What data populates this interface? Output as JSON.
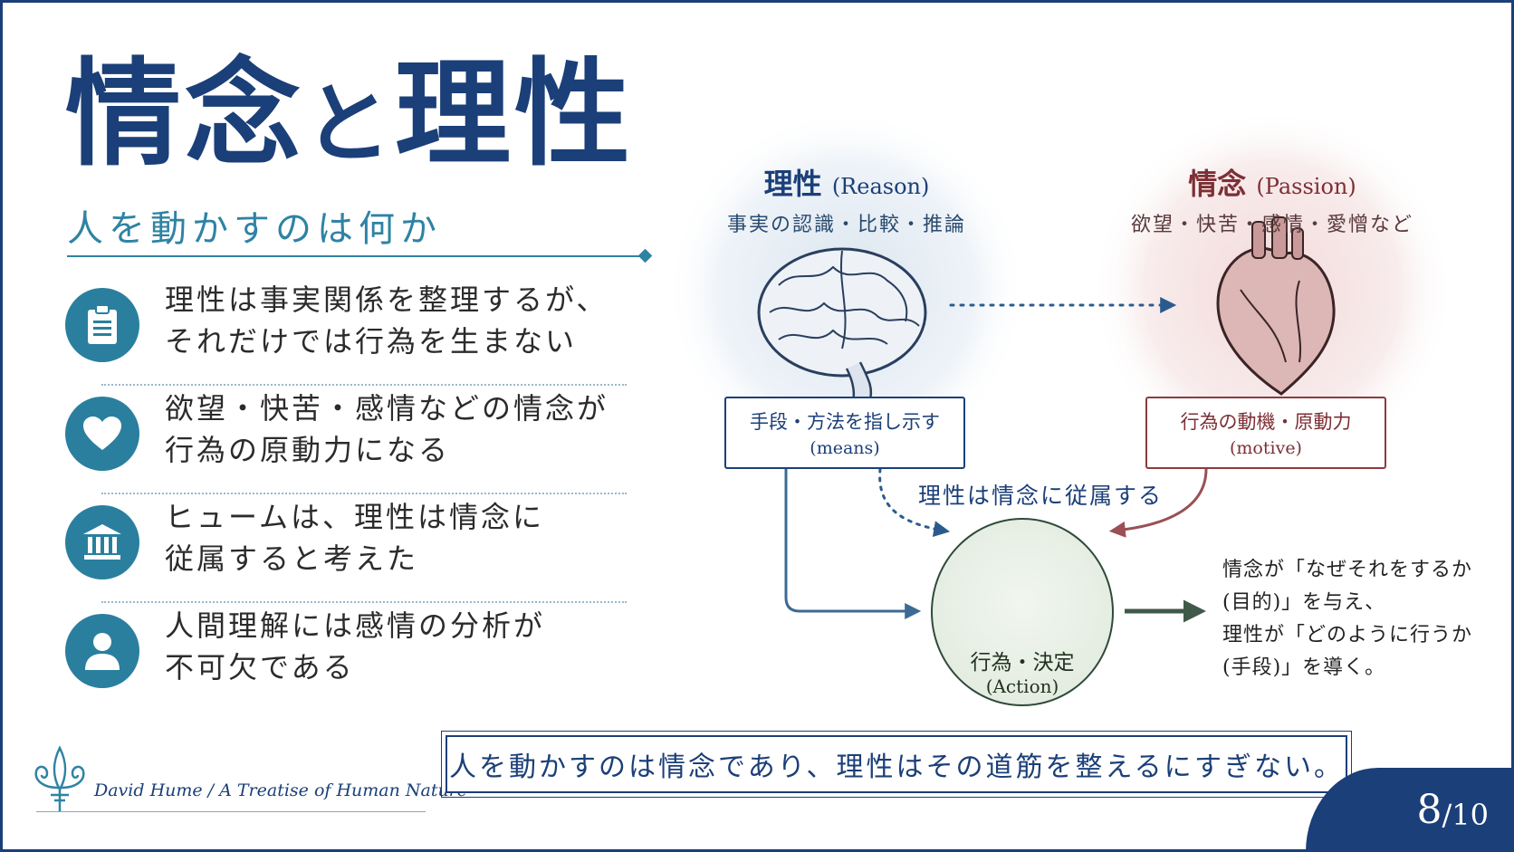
{
  "title": {
    "part1": "情念",
    "conj": "と",
    "part2": "理性"
  },
  "subtitle": "人を動かすのは何か",
  "points": [
    {
      "icon": "clipboard-icon",
      "line1": "理性は事実関係を整理するが、",
      "line2": "それだけでは行為を生まない"
    },
    {
      "icon": "heart-icon",
      "line1": "欲望・快苦・感情などの情念が",
      "line2": "行為の原動力になる"
    },
    {
      "icon": "museum-icon",
      "line1": "ヒュームは、理性は情念に",
      "line2": "従属すると考えた"
    },
    {
      "icon": "person-icon",
      "line1": "人間理解には感情の分析が",
      "line2": "不可欠である"
    }
  ],
  "reason": {
    "name": "理性",
    "latin": "(Reason)",
    "desc": "事実の認識・比較・推論",
    "role": "手段・方法を指し示す",
    "role_latin": "(means)"
  },
  "passion": {
    "name": "情念",
    "latin": "(Passion)",
    "desc": "欲望・快苦・感情・愛憎など",
    "role": "行為の動機・原動力",
    "role_latin": "(motive)"
  },
  "subordinate_label": "理性は情念に従属する",
  "action": {
    "name": "行為・決定",
    "latin": "(Action)"
  },
  "explanation": [
    "情念が「なぜそれをするか",
    "(目的)」を与え、",
    "理性が「どのように行うか",
    "(手段)」を導く。"
  ],
  "conclusion": "人を動かすのは情念であり、理性はその道筋を整えるにすぎない。",
  "footer": "David Hume / A Treatise of Human Nature",
  "page": {
    "current": "8",
    "total": "/10"
  },
  "colors": {
    "navy": "#1b3f78",
    "teal": "#2a7f9e",
    "maroon": "#8b3b40",
    "green": "#2f4a3a"
  }
}
